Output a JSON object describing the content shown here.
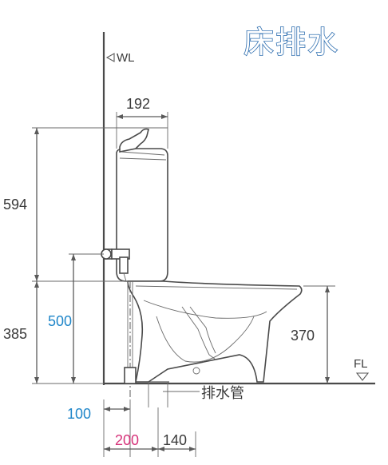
{
  "title": "床排水",
  "labels": {
    "wall_line": "WL",
    "floor_line": "FL",
    "drain_pipe": "排水管"
  },
  "dimensions": {
    "tank_depth": "192",
    "tank_top_height": "594",
    "supply_height": "500",
    "seat_height": "385",
    "bowl_height": "370",
    "supply_offset": "100",
    "drain_center": "200",
    "drain_width": "140"
  },
  "colors": {
    "title_outline": "#2f6fb0",
    "blue_dim": "#1f86c9",
    "pink_dim": "#d6337a",
    "line": "#5a5a5a"
  }
}
